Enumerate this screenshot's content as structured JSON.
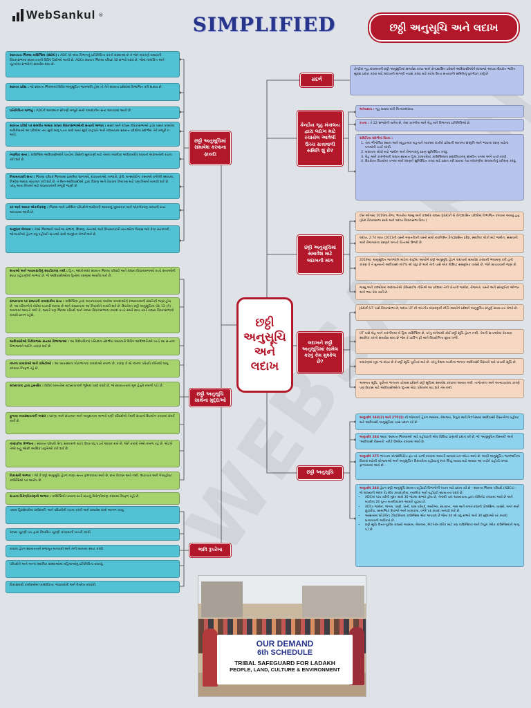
{
  "header": {
    "logo_text": "WebSankul",
    "logo_reg": "®",
    "title": "SIMPLIFIED",
    "topic": "છઠ્ઠી અનુસૂચિ અને લદાખ"
  },
  "center": {
    "label": "છઠ્ઠી અનુસૂચિ અને લદાખ"
  },
  "colors": {
    "accent_red": "#b3172a",
    "title_blue": "#27348b",
    "green_box": "#a6d36e",
    "teal_box": "#53c1d4",
    "lavender_box": "#b7c4ec",
    "blue_box": "#8ed2ee",
    "peach_box": "#f6d8c2"
  },
  "branches": {
    "context": {
      "tag": "સંદર્ભ",
      "text": "કેન્દ્રીય ગૃહ મંત્રાલયની છઠ્ઠી અનુસૂચિમાં સમાવેશ કરવા અને કેન્દ્રશાસિત પ્રદેશને આદિવાસીઓને દરજ્જો આપવા ઉપરાંત ભાવિત સુરક્ષા પ્રદાન કરવા માટે લદાખની માંગણી તપાસ કરવા માટે રચેલ ઉચ્ચ સત્તાવાળી સમિતિનું પુનર્ગઠન કર્યું છે."
    },
    "committee": {
      "tag": "કેન્દ્રીય ગૃહ મંત્રાલય દ્વારા લદાખ માટે રચાયેલ આવેલી ઉચ્ચ સત્તાવાળી સમિતિ શું છે?",
      "items": [
        {
          "lead": "અધ્યક્ષતા :",
          "text": "ગૃહ રાજ્ય મંત્રી નિત્યાનંદરાય."
        },
        {
          "lead": "રચના :",
          "text": "તે 22 સભ્યોની બનેલ છે, તેમાં કારગીલ અને લેહ બંને વિભાગના પ્રતિનિધિઓ છે."
        },
        {
          "lead": "સમિતિના સંદર્ભના વિષય :",
          "list": [
            "તેના ભૌગોલિક સ્થાન અને વ્યૂહાત્મક મહત્વને ધ્યાનમાં રાખીને પ્રદેશની અનન્ય સંસ્કૃતિ અને ભાષાના રક્ષણ માટેના પગલાંની ચર્ચા કરવી.",
            "લદાખના લોકો માટે જમીન અને રોજગારનું રક્ષણ સુનિશ્ચિત કરવું.",
            "લેહ અને કારગીલની લદાખ સ્વાયત્ત હિલ ડેવલપમેન્ટ કાઉન્સિલના સશક્તિકરણ સંબંધિત પગલાં અંગે ચર્ચા કરવી.",
            "ઉપરોક્ત વિષયોના પગલાં અને રક્ષણને સુનિશ્ચિત કરવા માટે પ્રદાન કરી શકાય તેવા બંધારણીય સલામતીનું પરીક્ષણ કરવું."
          ]
        }
      ]
    },
    "demand": {
      "tag": "છઠ્ઠી અનુસૂચિમાં સમાવેશ માટે લદાખની માંગ",
      "items": [
        "ઈસ ઓગસ્ટ 2019ના રોજ, ભારતીય જમ્મુ અને કાશ્મીર રાજ્ય (J&K)ને બે કેન્દ્રશાસિત પ્રદેશોમાં વિભાજિત કરવામાં આવ્યું હતું (J&K વિધાનસભા સાથે અને લદાખ વિધાનસભા વિના.)",
        "લદાખ, 2.74 લાખ (2011ની વસ્તી ગણતરી)ની વસ્તી સાથે નવનિર્મિત કેન્દ્રશાસિત પ્રદેશ, સ્થાનિક લોકો માટે જમીન, સંસાધનો અને રોજગારના રક્ષણને લગતી ચિંતાઓ ઉભરી છે.",
        "2019માં, અનુસૂચિત જનજાતિ માટેના રાષ્ટ્રીય આયોગે છઠ્ઠી અનુસૂચિ હેઠળ લદાખનો સમાવેશ કરવાની ભલામણ કરી હતી કારણ કે તે મુખ્યત્વે આદિવાસી (97% થી વધુ) છે અને તેની પાસે એક વિશિષ્ટ સાંસ્કૃતિક વારસો છે, જેને સાચવવાની જરૂર છે.",
        "જમ્મુ અને કાશ્મીરમાં અદાલતોએ ડોમિસાઈલ નીતિએ આ પ્રદેશમાં તેની પોતાની જમીન, રોજગાર, વસ્તી અને સાંસ્કૃતિક ઓળખ અંગે ભય પેદા કર્યો છે."
      ]
    },
    "problems": {
      "tag": "લદાખને છઠ્ઠી અનુસૂચિમાં સામેલ કરવું કેમ મુશ્કેલ છે?",
      "items": [
        "J&Kની UT પાસે વિધાનસભા છે, લદાખ UT ની અંતર્ગત બંધારણની નીતિ-આયોગે પ્રદેશને અનુકૂલિત સંપૂર્ણ સ્વાયત્તતા મેળવે છે.",
        "UT પાસે લેહ અને કારગીલમાં બે હિલ કાઉન્સિલ છે, પરંતુ બંનેમાંથી કોઈ છઠ્ઠી સૂચિ હેઠળ નથી. તેમની સત્તાઓમાં કેટલાક સ્થાનિક કરનો સમાવેશ થાય છે જેમ કે પાર્કિંગ ફી અને ઉપયોગિતા શુલ્ક વગેરે.",
        "બંધારણમાં ખૂબ જ સ્પષ્ટ છે કે છઠ્ઠી સૂચિ પૂર્વોત્તર માટે છે. પરંતુ દેશના બાકીના ભાગમાં આદિવાસી વિસ્તારો માટે પાંચમી સૂચિ છે.",
        "અલબત્ત સૂચિ, પૂર્વોત્તર ભારતના ચોક્કસ પ્રદેશને છઠ્ઠી સૂચિમાં સમાવેશ કરવામાં આવ્યા નથી. તાજેતરના અને અત્યાચારના કારણે પણ વિકાસ માટે આદિવાસીઓના હિતમાં મોટા પરિવર્તન થઇ શકે તેમ નથી."
      ]
    },
    "sixth_schedule": {
      "tag": "છઠ્ઠી અનુસૂચિ",
      "items": [
        {
          "lead": "અનુચ્છેદ 244(2) અને 275(1)",
          "text": "ની જોગવાઈ હેઠળ આસામ, મેઘાલય, ત્રિપુરા અને મિઝોરમમાં આદિવાસી વિસ્તારોના વહીવટ માટે આદિવાસી અનુસૂચિમાં ખાસ પ્રદાન કરે છે."
        },
        {
          "lead": "અનુચ્છેદ 244",
          "text": "આવા 'સ્વાયત્ત જિલ્લાઓ' માટે વહીવટની એક વિશિષ્ટ પ્રણાલી પ્રદાન કરે છે, જે 'અનુસૂચિત વિસ્તારો' અને 'આદિવાસી વિસ્તારો' તરીકે ઉલ્લેખ કરવામાં આવે છે."
        },
        {
          "lead": "અનુચ્છેદ 275",
          "text": "ભારતના કોન્સોલિડેટેડ ફંડ પર ચાર્જ કરવામાં આવતી ગ્રાન્ટ્સ-ઇન-એઇડ આપે છે. આવી અનુસૂચિત જનજાતિના વિકાસ માટેની યોજનાઓ અને અનુસૂચિત વિસ્તારોના વહીવટનું સ્તર ઊંચું લાવવા માટે અથવા આ ખર્ચને પહોંચી વળવા ફાળવવામાં આવે છે."
        },
        {
          "lead": "અનુચ્છેદ 244",
          "text": "હેઠળ છઠ્ઠી અનુસૂચિ સ્વાયત્ત વહીવટી વિભાગોની રચના માટે પ્રદાન કરે છે - સ્વાયત્ત જિલ્લા પરિષદો (ADCs) - જે રાજ્યની અંદર કેટલીક કાયદાકીય, ન્યાયિક અને વહીવટી સ્વાયત્તતા ધરાવે છે.",
          "list": [
            "ADCમાં પાંચ વર્ષની મુદત સાથે 30 જેટલા સભ્યો હોય છે, તેમાંથી ચાર રાજ્યપાલ દ્વારા નોમિનેટ કરવામાં આવે છે અને બાકીના 26 પુખ્ત મતાધિકારના આધારે ચૂંટાય છે.",
            "ADCs જમીન, જંગલ, પાણી, ખેતી, ગ્રામ પરિષદ, આરોગ્ય, સ્વચ્છતા, ગામ અને નગર-કક્ષાની પોલીસિંગ, વારસો, લગ્ન અને છૂટાછેડા, સામાજિક રિવાજો અને ખાણકામ, વગેરે પર કાયદા બનાવી શકે છે.",
            "આસામમાં બોડોલેન્ડ ટેરિટોરિયલ કાઉન્સિલ એક અપવાદ છે જેમાં 40 થી વધુ સભ્યો અને 39 મુદ્દાઓ પર કાયદા બનાવવાનો અધિકાર છે.",
            "છઠ્ઠી સૂચિ ઉત્તર-પૂર્વીય રાજ્યો આસામ, મેઘાલય, મિઝોરમ (દરેક માટે ત્રણ કાઉન્સિલ) અને ત્રિપુરા (એક કાઉન્સિલ)ને લાગુ પડે છે."
          ]
        }
      ]
    },
    "benefits": {
      "tag": "છઠ્ઠી અનુસૂચિમાં સમાવેશ કરવાના ફાયદા",
      "items": [
        {
          "lead": "સ્વાયત્તતા જિલ્લા કાઉન્સિલ (ADC) :",
          "text": "ADC એ એવા વિભાગનું પ્રતિનિધિત્વ કરતી સંસ્થાઓ છે કે જેને બંધારણે રાજ્યની વિધાનસભામાં સ્વાયત્તતાની વિવિધ ડિગ્રીઓ આપી છે. ADCs સ્વાયત્ત જિલ્લા પરિષદ 30 સભ્યો ધરાવે છે, જેમાં નામાંકિત અને ચૂંટાયેલા સભ્યોનો સમાવેશ થાય છે."
        },
        {
          "lead": "સ્વાયત્ત પ્રદેશ :",
          "text": "જો સ્વાયત્ત જિલ્લામાં વિવિધ અનુસૂચિત જનજાતિ હોય તો તેને સ્વાયત્ત પ્રદેશોમાં વિભાજિત કરી શકાય છે."
        },
        {
          "lead": "પ્રતિનિધિત્વ માળખું :",
          "text": "ADCને આવશ્યક સોંપણી મંજૂરી સાથે કાયદાકીય સત્તા આપવામાં આવી છે."
        },
        {
          "lead": "સ્વાયત્ત પ્રદેશો પર સંબંધીત અથવા રાજ્ય વિધાનસભાઓની સત્તાનો અભાવ :",
          "text": "સંસદ અને રાજ્ય વિધાનસભાઓ દ્વારા પસાર કરાયેલા અધિનિયમો આ પ્રદેશોમાં ત્યાં સુધી લાગુ પડતા નથી જ્યાં સુધી રાષ્ટ્રપતિ અને રાજ્યપાલ સ્વાયત્ત પ્રદેશોના સંદર્ભમાં તેને મંજૂરી ન આપે."
        },
        {
          "lead": "ન્યાયિક સત્તા :",
          "text": "કાઉન્સિલ આદિવાસીઓને વચ્ચેના કેસોની સુનાવણી માટે તેમના ન્યાયિક અધિકારક્ષેત્ર ધરાવતી અદાલતોની રચના કરી શકે છે."
        },
        {
          "lead": "નિયમનકારી સત્તા :",
          "text": "જિલ્લા પરિષદ જિલ્લામાં પ્રાથમિક શાળાઓ, દવાખાનાઓ, બજારો, ફેરી, મત્સ્યોદ્યોગ, રસ્તાઓ વગેરેની સ્થાપના, નિર્માણ અથવા સંચાલન કરી શકે છે. તે બિન-આદિવાસીઓ દ્વારા ધિરાણ અને વેપારના નિયંત્રણ માટે પણ નિયમો બનાવી શકે છે. પરંતુ આવા નિયમો માટે રાજ્યપાલની મંજૂરી જરૂરી છે."
        },
        {
          "lead": "કર અને આવક એકત્રીકરણ :",
          "text": "જિલ્લા અને પ્રાદેશિક પરિષદોને જમીનની આવકનું મૂલ્યાંકન અને એકત્રીકરણ કરવાની સત્તા આપવામાં આવી છે."
        },
        {
          "lead": "અનુદાન મેળવવા :",
          "text": "તેઓ જિલ્લાનો આરોગ્ય સંભાળ, શિક્ષણ, રસ્તાઓ અને નિયમનકારી સત્તાઓના વિકાસ માટે કેન્દ્ર સરકારની જોગવાઈઓ હેઠળ વધુ વહીવટી સત્તાઓ સાથે અનુદાન મેળવી શકે છે."
        }
      ]
    },
    "issues": {
      "tag": "છઠ્ઠી અનુસૂચિ સાથેના મુદ્દાઓ",
      "items": [
        {
          "lead": "સત્તાઓ અને જવાબદારીનું સ્પષ્ટીકરણ નથી :",
          "text": "હિત, અંદરોઅંદર સ્વાયત્ત જિલ્લા પરિષદો અને રાજ્ય વિધાનસભાઓ વચ્ચે સત્તાઓની સ્પષ્ટ વહેંચણીનો અભાવ છે. જે આદિવાસીઓના હિતોના રક્ષણમાં અવરોધ બને છે."
        },
        {
          "lead": "રાજ્યપાલ પર રાજ્યની કાયદાકીય સત્તા :",
          "text": "કાઉન્સિલ દ્વારા અપનાવવામાં આવેલા કાયદાઓને રાજ્યપાલની સંમતિની જરૂર હોય છે. આ પરિબળોને કોર્ટમાં પડકારી શકાય છે અને રાજ્યપાલ આ નિયમોને નકારી શકે છે. ઉપરોક્ત છઠ્ઠી અનુસૂચિના પેરા 12 (A) અમલમાં આવતો નથી કે, જ્યારે પણ જિલ્લા પરિષદો અને રાજ્ય વિધાનસભાના કાયદા વચ્ચે સંઘર્ષ થાય ત્યારે રાજ્ય વિધાનસભાનો કાયદો પ્રબળ રહેશે."
        },
        {
          "lead": "આદિવાસીઓ વિરોધાભાસ સત્તામાં વિભાજનમાં :",
          "text": "આ વિશેષાધિકાર પરિષદના સંદર્ભમાં આવનારી વિવિધ આદિજાતિઓ વચ્ચે આ સત્તાના વિભાજનને લઈને તકરાર થઈ છે."
        },
        {
          "lead": "નબળા કાયદાઓ અને કમિટીઓ :",
          "text": "આ વ્યવસ્થાના મોટાભાગના કાયદાઓ નબળા છે, કારણ કે એ નબળા પરિષદો નીતિઓ લાગુ કરવામાં નિષ્ફળ રહે છે."
        },
        {
          "lead": "રાજ્યપાલ દ્વારા હસ્તક્ષેપ :",
          "text": "વિવિધ બાબતોમાં રાજ્યપાલની ભૂમિકા ઘણી વધારે છે, જે સ્વાયત્તતાના મૂળ હેતુને નબળો પાડે છે."
        },
        {
          "lead": "ફુગાવા વ્યવસ્થાપનની અસર :",
          "text": "ધારણા અને સંચાલન અને અનુદાનના અભાવે ઘણી પરિષદોએ તેમની સત્તાનો ઉપયોગ કરવામાં સંઘર્ષ કર્યો છે."
        },
        {
          "lead": "નાણાકીય નિર્ભરતા :",
          "text": "સ્વાયત્ત પરિષદો કેન્દ્ર સરકારની ગ્રાન્ટ ઉપર વધુ પડતો આધાર રાખે છે, જેને કારણે તેઓ નબળા રહે છે. એટલે તેઓ બહુ ઓછી આર્થિક પ્રવૃત્તિઓ કરી શકે છે."
        },
        {
          "lead": "વિકાસનો અભાવ :",
          "text": "જો કે છઠ્ઠી અનુસૂચિ હેઠળ નાણા સતત ફાળવવામાં આવે છે, છતાં વિકાસ થયો નથી. ભ્રષ્ટાચાર અને ગેરવહીવટ કાઉન્સિલો પર આરોપ છે."
        },
        {
          "lead": "સત્તાના વિકેન્દ્રીકરણનો અભાવ :",
          "text": "કાઉન્સિલો પાયાના સ્તરે સત્તાનું વિકેન્દ્રીકરણ કરવામાં નિષ્ફળ રહી છે."
        }
      ]
    },
    "outlook": {
      "tag": "ભાવિ રૂપરેખા",
      "items": [
        "તમામ હિસ્સેદારોમાં સર્વસંમતિ અને પરિષદોની રચના કરવી અને સમાવેશ સાથે આગળ વધવું.",
        "રાજ્ય ચૂંટણી પંચ દ્વારા નિયમિત ચૂંટણી કરાવવાની ખાતરી કરવી.",
        "કાયદા હેઠળ સ્વાયત્તતાને મજબૂત બનાવવી અને તેની વ્યાખ્યા સ્પષ્ટ કરવી.",
        "પરિષદોને અને અન્ય સ્થાનિક સંસ્થાઓમાં મહિલાઓનું પ્રતિનિધિત્વ વધારવું.",
        "વિકાસલક્ષી કાર્યક્રમોમાં પારદર્શકતા, જવાબદારી અને દેખરેખ વધારવી."
      ]
    }
  },
  "photo": {
    "banner_line1": "OUR DEMAND",
    "banner_line2": "6th SCHEDULE",
    "banner_line3": "TRIBAL SAFEGUARD FOR LADAKH",
    "banner_line4": "PEOPLE, LAND, CULTURE & ENVIRONMENT"
  }
}
